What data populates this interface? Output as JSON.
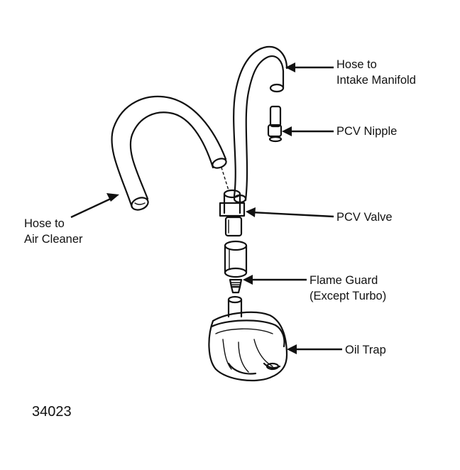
{
  "labels": {
    "hose_intake": [
      "Hose to",
      "Intake Manifold"
    ],
    "pcv_nipple": "PCV Nipple",
    "pcv_valve": "PCV Valve",
    "hose_air_cleaner": [
      "Hose to",
      "Air Cleaner"
    ],
    "flame_guard": [
      "Flame Guard",
      "(Except Turbo)"
    ],
    "oil_trap": "Oil Trap"
  },
  "figure_number": "34023"
}
